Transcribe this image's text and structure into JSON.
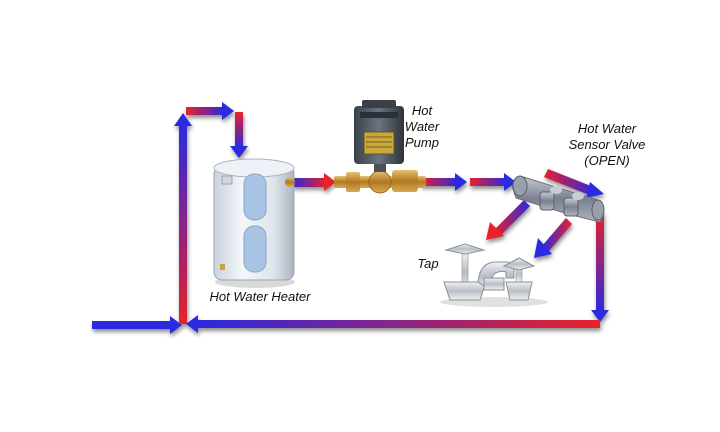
{
  "labels": {
    "pump": [
      "Hot",
      "Water",
      "Pump"
    ],
    "valve": [
      "Hot Water",
      "Sensor Valve",
      "(OPEN)"
    ],
    "heater": "Hot Water Heater",
    "tap": "Tap"
  },
  "colors": {
    "hot": "#e8202a",
    "cold": "#2a2ae0",
    "pipe_brass": "#c8902a",
    "heater_body": "#e8eef4",
    "valve_body": "#8a8e98"
  },
  "icons": {
    "heater": "water-heater-icon",
    "pump": "circulation-pump-icon",
    "valve": "sensor-valve-icon",
    "tap": "faucet-icon"
  }
}
